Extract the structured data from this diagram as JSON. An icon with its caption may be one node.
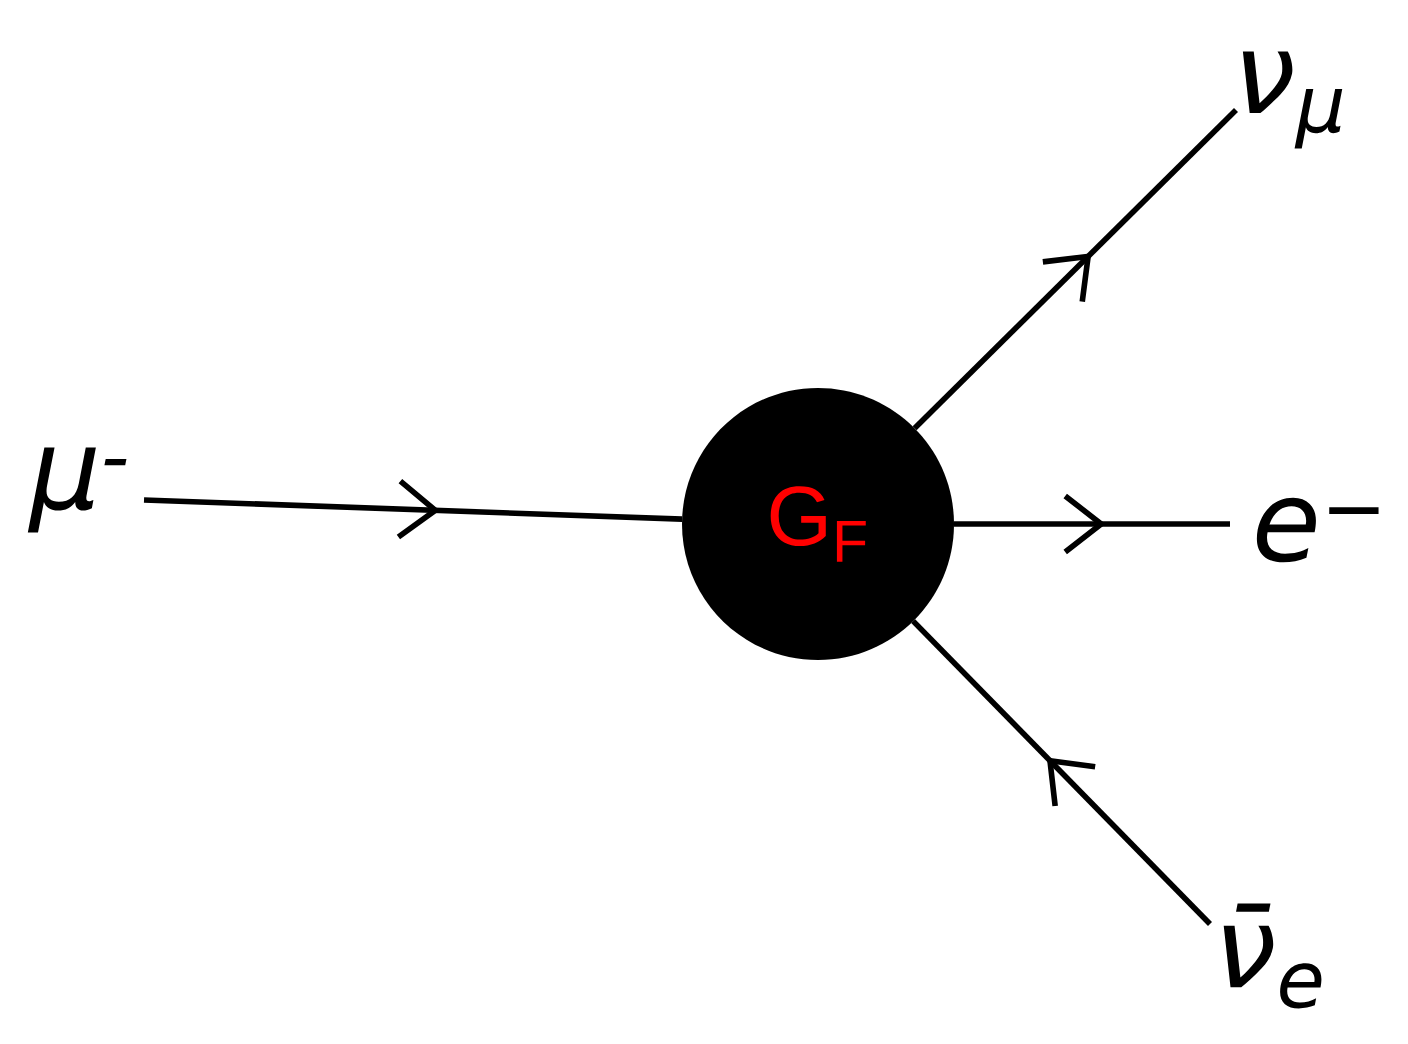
{
  "diagram": {
    "nodes": [
      {
        "text": [
          "μ$^{-}$"
        ]
      },
      {
        "text": [
          "G$_{F}$"
        ]
      },
      {
        "text": [
          "ν$_{μ}$"
        ]
      },
      {
        "text": [
          "e$^{−}$"
        ]
      },
      {
        "text": [
          "ν̄$_{e}$"
        ]
      }
    ],
    "edges": [
      {
        "from": 0,
        "to": 1,
        "arrow": "to"
      },
      {
        "from": 1,
        "to": 2,
        "arrow": "to"
      },
      {
        "from": 1,
        "to": 3,
        "arrow": "to"
      },
      {
        "from": 4,
        "to": 1,
        "arrow": "to"
      }
    ]
  }
}
